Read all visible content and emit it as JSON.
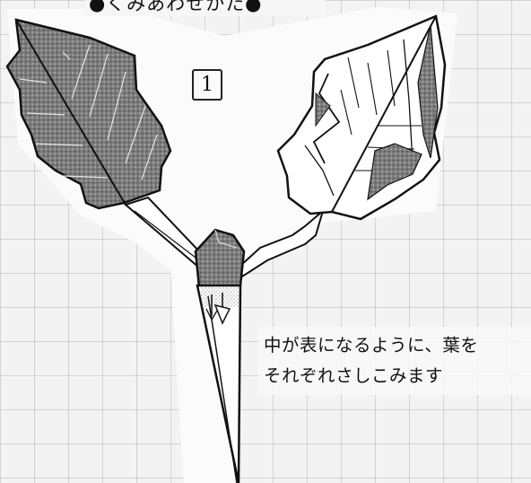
{
  "title": "●くみあわせかた●",
  "step_number": "1",
  "instruction_lines": [
    "中が表になるように、葉を",
    "それぞれさしこみます"
  ],
  "colors": {
    "paper": "#f3f3f3",
    "ink": "#111111",
    "leaf_back": "#8a8a8a"
  },
  "icons": {
    "leaves": "holly-leaf-icon",
    "fold_arrow": "insert-arrow-icon"
  }
}
